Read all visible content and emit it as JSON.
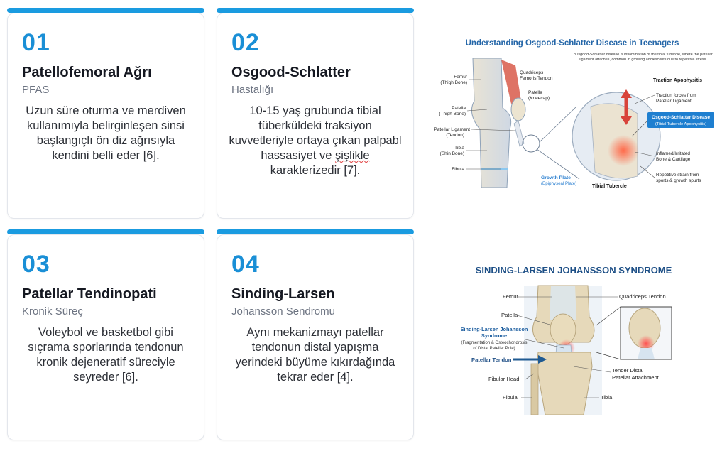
{
  "cards": [
    {
      "num": "01",
      "title": "Patellofemoral Ağrı",
      "subtitle": "PFAS",
      "body": "Uzun süre oturma ve merdiven kullanımıyla belirginleşen sinsi başlangıçlı ön diz ağrısıyla kendini belli eder [6]."
    },
    {
      "num": "02",
      "title": "Osgood-Schlatter",
      "subtitle": "Hastalığı",
      "body_a": "10-15 yaş grubunda tibial tüberküldeki traksiyon kuvvetleriyle ortaya çıkan palpabl hassasiyet ve ",
      "body_err": "şişlikle",
      "body_b": " karakterizedir [7]."
    },
    {
      "num": "03",
      "title": "Patellar Tendinopati",
      "subtitle": "Kronik Süreç",
      "body": "Voleybol ve basketbol gibi sıçrama sporlarında tendonun kronik dejeneratif süreciyle seyreder [6]."
    },
    {
      "num": "04",
      "title": "Sinding-Larsen",
      "subtitle": "Johansson Sendromu",
      "body": "Aynı mekanizmayı patellar tendonun distal yapışma yerindeki büyüme kıkırdağında tekrar eder [4]."
    }
  ],
  "figure1": {
    "title": "Understanding Osgood-Schlatter Disease in Teenagers",
    "note1": "*Osgood-Schlatter disease is inflammation of the tibial tubercle, where the patellar",
    "note2": "ligament attaches, common in growing adolescents due to repetitive stress.",
    "femur": "Femur",
    "femur2": "(Thigh Bone)",
    "quad": "Quadriceps",
    "quad2": "Femoris Tendon",
    "patella_r": "Patella",
    "patella_r2": "(Kneecap)",
    "patella_l": "Patella",
    "patella_l2": "(Thigh Bone)",
    "lig": "Patellar Ligament",
    "lig2": "(Tendon)",
    "tibia": "Tibia",
    "tibia2": "(Shin Bone)",
    "fibula": "Fibula",
    "growth": "Growth Plate",
    "growth2": "(Epiphyseal Plate)",
    "traction": "Traction Apophysitis",
    "forces": "Traction forces from",
    "forces2": "Patellar Ligament",
    "osd": "Osgood-Schlatter Disease",
    "osd2": "(Tibial Tubercle Apophysitis)",
    "inflamed": "Inflamed/Irritated",
    "inflamed2": "Bone & Cartilage",
    "strain": "Repetitive strain from",
    "strain2": "sports & growth spurts",
    "tubercle": "Tibial Tubercle"
  },
  "figure2": {
    "title": "SINDING-LARSEN JOHANSSON SYNDROME",
    "femur": "Femur",
    "quad": "Quadriceps Tendon",
    "patella": "Patella",
    "sljs": "Sinding-Larsen Johansson",
    "sljs2": "Syndrome",
    "sljs3": "(Fragmentation & Osteochondrosis",
    "sljs4": "of Distal Patellar Pole)",
    "ptendon": "Patellar Tendon",
    "tender": "Tender Distal",
    "tender2": "Patellar Attachment",
    "fibhead": "Fibular Head",
    "fibula": "Fibula",
    "tibia": "Tibia"
  }
}
